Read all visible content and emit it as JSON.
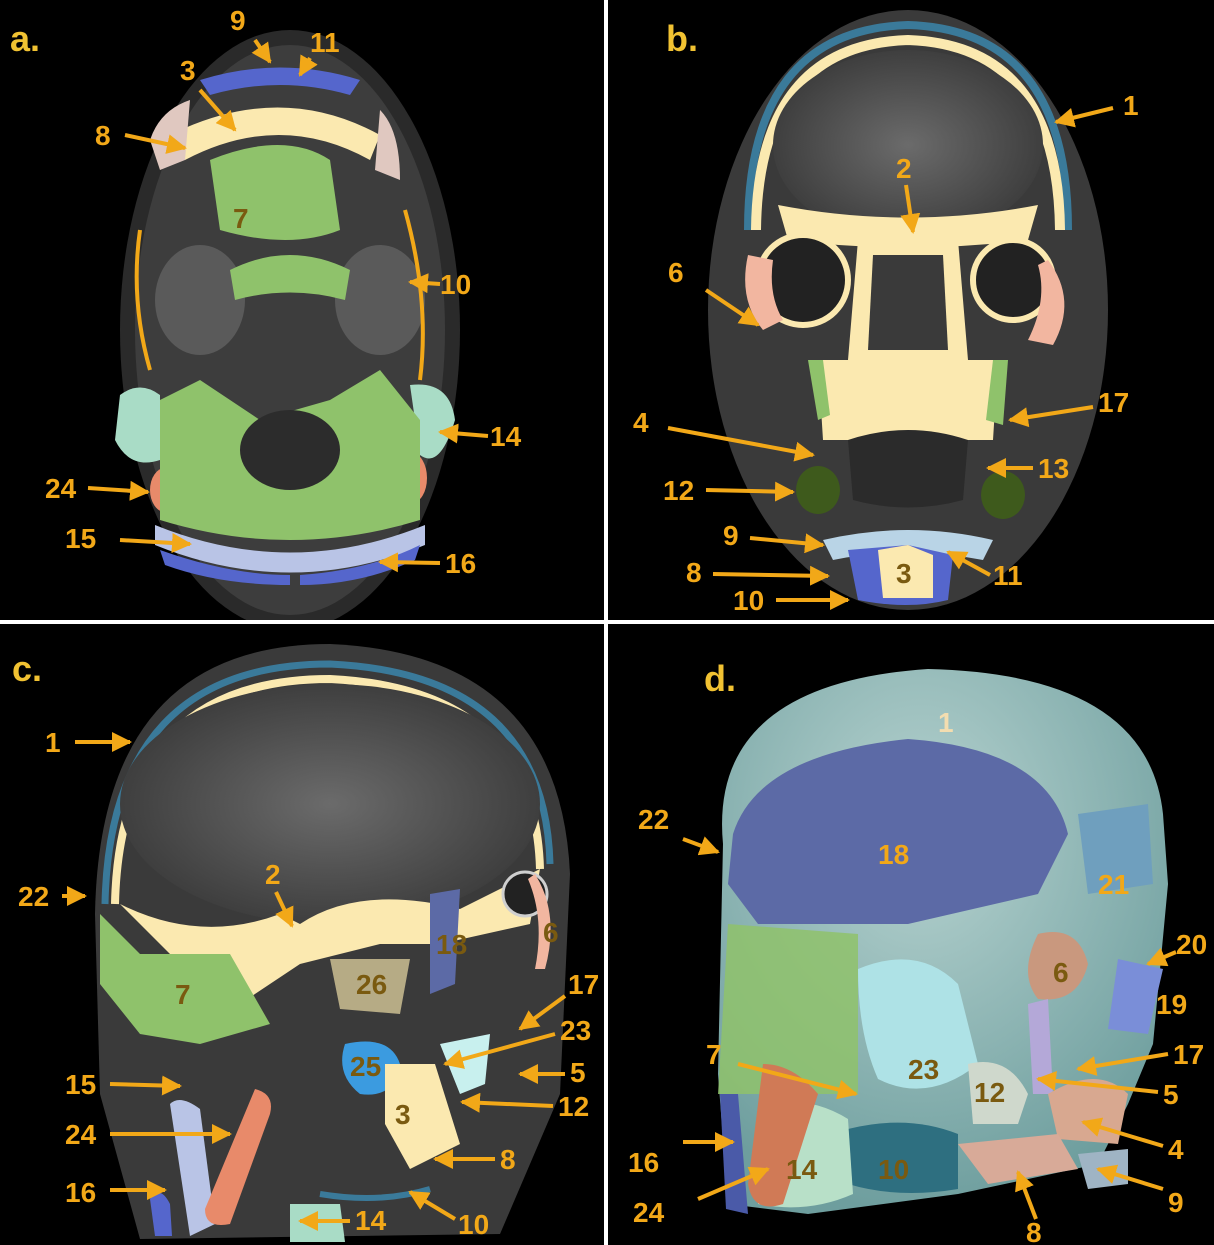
{
  "panels": {
    "a": {
      "label": "a."
    },
    "b": {
      "label": "b."
    },
    "c": {
      "label": "c."
    },
    "d": {
      "label": "d."
    }
  },
  "numbers": {
    "n1": "1",
    "n2": "2",
    "n3": "3",
    "n4": "4",
    "n5": "5",
    "n6": "6",
    "n7": "7",
    "n8": "8",
    "n9": "9",
    "n10": "10",
    "n11": "11",
    "n12": "12",
    "n13": "13",
    "n14": "14",
    "n15": "15",
    "n16": "16",
    "n17": "17",
    "n18": "18",
    "n19": "19",
    "n20": "20",
    "n21": "21",
    "n22": "22",
    "n23": "23",
    "n24": "24",
    "n25": "25",
    "n26": "26"
  },
  "colors": {
    "label": "#f2a818",
    "panel_label": "#f1c232",
    "bone": "#fbe9b0",
    "muscle": "#8fc26b",
    "scalp": "#3a7a9a",
    "fat": "#cfe8d8",
    "skin_blue": "#5566cc",
    "parotid": "#e88a6a"
  }
}
